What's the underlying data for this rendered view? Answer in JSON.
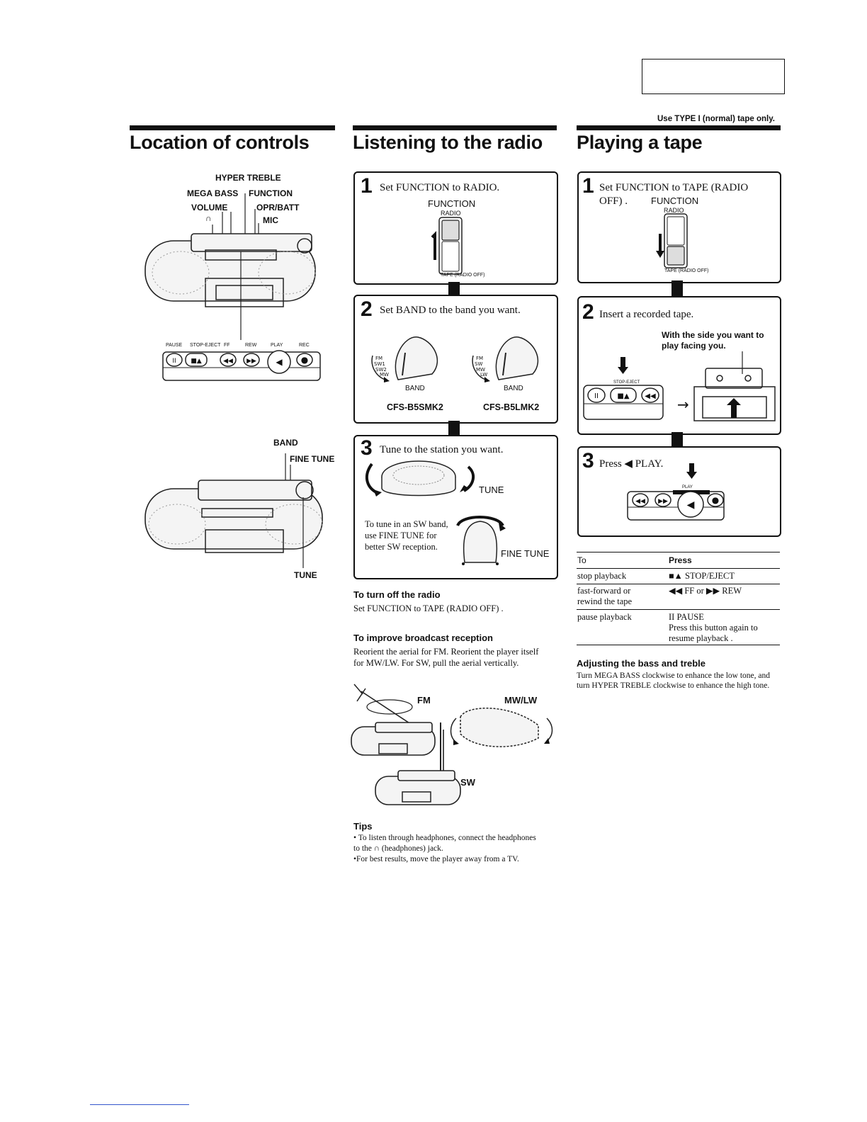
{
  "header_note": "Use TYPE I (normal) tape only.",
  "col1": {
    "title": "Location of controls",
    "labels": {
      "hyper_treble": "HYPER TREBLE",
      "mega_bass": "MEGA BASS",
      "function": "FUNCTION",
      "volume": "VOLUME",
      "opr_batt": "OPR/BATT",
      "mic": "MIC",
      "headphone_glyph": "∩",
      "band": "BAND",
      "fine_tune": "FINE TUNE",
      "tune": "TUNE"
    },
    "keys": [
      "PAUSE",
      "STOP-EJECT",
      "FF",
      "REW",
      "PLAY",
      "REC"
    ],
    "key_glyphs": [
      "II",
      "■▲",
      "◀◀",
      "▶▶",
      "◀",
      "●"
    ]
  },
  "col2": {
    "title": "Listening to the radio",
    "step1": {
      "num": "1",
      "text": "Set FUNCTION to RADIO.",
      "function": "FUNCTION",
      "radio": "RADIO",
      "tape": "TAPE (RADIO OFF)"
    },
    "step2": {
      "num": "2",
      "text": "Set BAND to the band you want.",
      "band": "BAND",
      "model_a": "CFS-B5SMK2",
      "model_b": "CFS-B5LMK2",
      "bands_a": [
        "FM",
        "SW1",
        "SW2",
        "MW"
      ],
      "bands_b": [
        "FM",
        "SW",
        "MW",
        "LW"
      ]
    },
    "step3": {
      "num": "3",
      "text": "Tune to the station you want.",
      "tune": "TUNE",
      "sw_note": "To tune in an SW band, use FINE TUNE for better SW reception.",
      "fine_tune": "FINE TUNE"
    },
    "turn_off_title": "To turn off the radio",
    "turn_off_text": "Set FUNCTION to TAPE (RADIO OFF) .",
    "improve_title": "To improve broadcast reception",
    "improve_text": "Reorient the aerial for FM. Reorient the player itself for MW/LW. For SW, pull the aerial vertically.",
    "fm": "FM",
    "mwlw": "MW/LW",
    "sw": "SW",
    "tips_title": "Tips",
    "tips": [
      "• To listen through headphones, connect the headphones to the ∩ (headphones) jack.",
      "•For best results, move the player away from a TV."
    ]
  },
  "col3": {
    "title": "Playing a tape",
    "step1": {
      "num": "1",
      "text": "Set FUNCTION to TAPE (RADIO OFF) .",
      "function": "FUNCTION",
      "radio": "RADIO",
      "tape": "TAPE (RADIO OFF)"
    },
    "step2": {
      "num": "2",
      "text": "Insert a recorded tape.",
      "note": "With the side you want to play facing you.",
      "stop_eject": "STOP-EJECT"
    },
    "step3": {
      "num": "3",
      "text": "Press ◀ PLAY.",
      "play": "PLAY"
    },
    "table": {
      "headers": [
        "To",
        "Press"
      ],
      "rows": [
        {
          "to": "stop playback",
          "press": "■▲ STOP/EJECT",
          "extra": ""
        },
        {
          "to": "fast-forward or rewind the tape",
          "press": "◀◀ FF or ▶▶ REW",
          "extra": ""
        },
        {
          "to": "pause playback",
          "press": "II PAUSE",
          "extra": "Press this button again to resume playback ."
        }
      ]
    },
    "bass_title": "Adjusting the bass and treble",
    "bass_text": "Turn MEGA BASS clockwise to enhance the low tone, and turn HYPER TREBLE clockwise to enhance the high tone."
  }
}
